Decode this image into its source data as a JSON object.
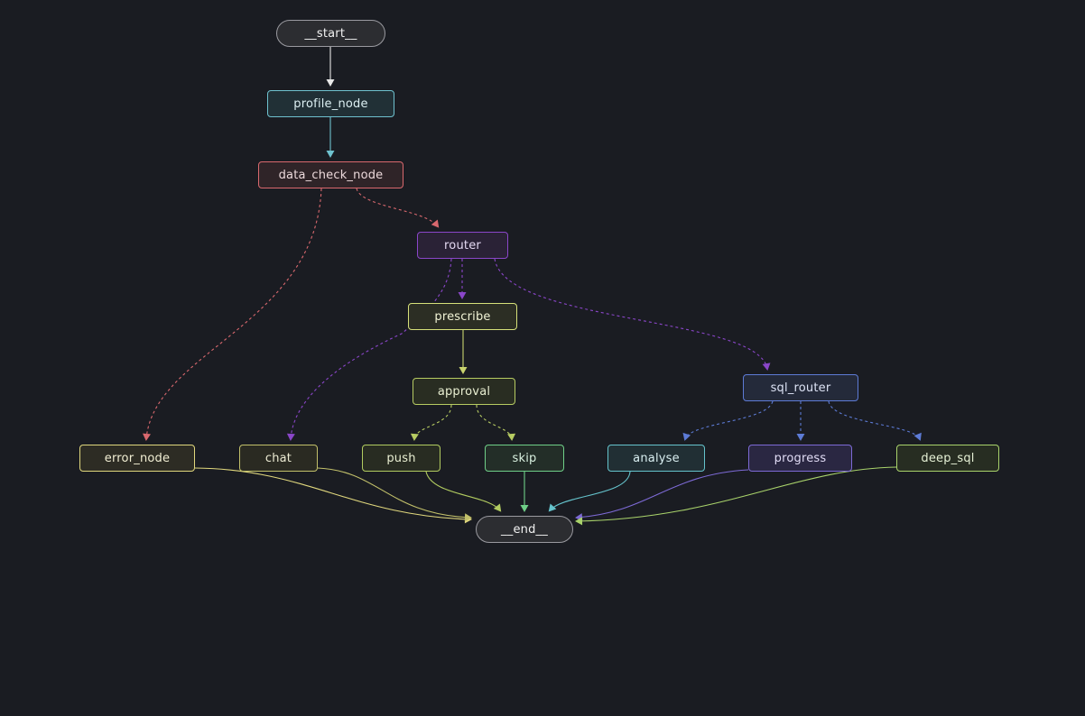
{
  "nodes": [
    {
      "id": "start",
      "label": "__start__",
      "color": "#9a9aa0",
      "bg": "#2c2d31",
      "text": "#f2f2f2",
      "terminal": true
    },
    {
      "id": "profile_node",
      "label": "profile_node",
      "color": "#6fc2cf",
      "bg": "#213036",
      "text": "#dceff2"
    },
    {
      "id": "data_check_node",
      "label": "data_check_node",
      "color": "#d9686e",
      "bg": "#2f2428",
      "text": "#ecd9db"
    },
    {
      "id": "router",
      "label": "router",
      "color": "#8a46c9",
      "bg": "#2a2236",
      "text": "#e4d9f2"
    },
    {
      "id": "prescribe",
      "label": "prescribe",
      "color": "#d6e07a",
      "bg": "#2c2e24",
      "text": "#f1f3d6"
    },
    {
      "id": "approval",
      "label": "approval",
      "color": "#b7cc62",
      "bg": "#292d22",
      "text": "#e9efd2"
    },
    {
      "id": "sql_router",
      "label": "sql_router",
      "color": "#5d7bd6",
      "bg": "#242a3a",
      "text": "#dde3f5"
    },
    {
      "id": "error_node",
      "label": "error_node",
      "color": "#e0d77d",
      "bg": "#2d2c24",
      "text": "#f2efd4"
    },
    {
      "id": "chat",
      "label": "chat",
      "color": "#c2c06a",
      "bg": "#2a2a22",
      "text": "#ecebd3"
    },
    {
      "id": "push",
      "label": "push",
      "color": "#b2cc60",
      "bg": "#282c22",
      "text": "#e9efd2"
    },
    {
      "id": "skip",
      "label": "skip",
      "color": "#6fcf88",
      "bg": "#232e28",
      "text": "#d9f1e0"
    },
    {
      "id": "analyse",
      "label": "analyse",
      "color": "#65c3cc",
      "bg": "#212f34",
      "text": "#d9eff1"
    },
    {
      "id": "progress",
      "label": "progress",
      "color": "#7d6ad6",
      "bg": "#2a2742",
      "text": "#e1dcf5"
    },
    {
      "id": "deep_sql",
      "label": "deep_sql",
      "color": "#a9d36b",
      "bg": "#272d22",
      "text": "#e6f1d6"
    },
    {
      "id": "end",
      "label": "__end__",
      "color": "#9a9aa0",
      "bg": "#2c2d31",
      "text": "#f2f2f2",
      "terminal": true
    }
  ],
  "edges": [
    {
      "from": "start",
      "to": "profile_node",
      "color": "#e8e8e8",
      "dashed": false
    },
    {
      "from": "profile_node",
      "to": "data_check_node",
      "color": "#6fc2cf",
      "dashed": false
    },
    {
      "from": "data_check_node",
      "to": "router",
      "color": "#d9686e",
      "dashed": true
    },
    {
      "from": "data_check_node",
      "to": "error_node",
      "color": "#d9686e",
      "dashed": true
    },
    {
      "from": "router",
      "to": "prescribe",
      "color": "#8a46c9",
      "dashed": true
    },
    {
      "from": "router",
      "to": "chat",
      "color": "#8a46c9",
      "dashed": true
    },
    {
      "from": "router",
      "to": "sql_router",
      "color": "#8a46c9",
      "dashed": true
    },
    {
      "from": "prescribe",
      "to": "approval",
      "color": "#c9d46e",
      "dashed": false
    },
    {
      "from": "approval",
      "to": "push",
      "color": "#b7cc62",
      "dashed": true
    },
    {
      "from": "approval",
      "to": "skip",
      "color": "#b7cc62",
      "dashed": true
    },
    {
      "from": "sql_router",
      "to": "analyse",
      "color": "#5d7bd6",
      "dashed": true
    },
    {
      "from": "sql_router",
      "to": "progress",
      "color": "#5d7bd6",
      "dashed": true
    },
    {
      "from": "sql_router",
      "to": "deep_sql",
      "color": "#5d7bd6",
      "dashed": true
    },
    {
      "from": "error_node",
      "to": "end",
      "color": "#e0d77d",
      "dashed": false
    },
    {
      "from": "chat",
      "to": "end",
      "color": "#c2c06a",
      "dashed": false
    },
    {
      "from": "push",
      "to": "end",
      "color": "#b2cc60",
      "dashed": false
    },
    {
      "from": "skip",
      "to": "end",
      "color": "#6fcf88",
      "dashed": false
    },
    {
      "from": "analyse",
      "to": "end",
      "color": "#65c3cc",
      "dashed": false
    },
    {
      "from": "progress",
      "to": "end",
      "color": "#7d6ad6",
      "dashed": false
    },
    {
      "from": "deep_sql",
      "to": "end",
      "color": "#a9d36b",
      "dashed": false
    }
  ]
}
